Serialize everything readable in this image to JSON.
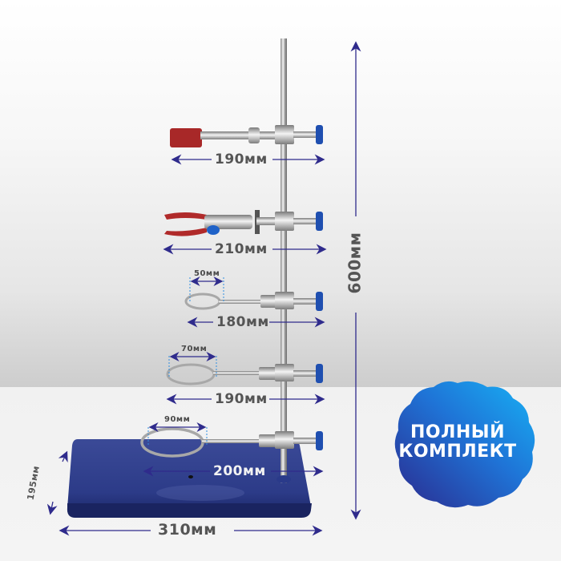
{
  "product": "lab stand set",
  "colors": {
    "accent_arrow": "#2f2b8c",
    "label_text": "#555555",
    "base_blue": "#2a3a8a",
    "knob_blue": "#1f4fb0",
    "clamp_red": "#b02a2a",
    "badge_gradient_start": "#2b2a8e",
    "badge_gradient_end": "#17a9f2"
  },
  "dimensions": {
    "height": "600мм",
    "clamp1_length": "190мм",
    "clamp2_length": "210мм",
    "ring1_length": "180мм",
    "ring1_diameter": "50мм",
    "ring2_length": "190мм",
    "ring2_diameter": "70мм",
    "ring3_length": "200мм",
    "ring3_diameter": "90мм",
    "base_width": "310мм",
    "base_depth": "195мм"
  },
  "badge": {
    "line1": "ПОЛНЫЙ",
    "line2": "КОМПЛЕКТ"
  }
}
